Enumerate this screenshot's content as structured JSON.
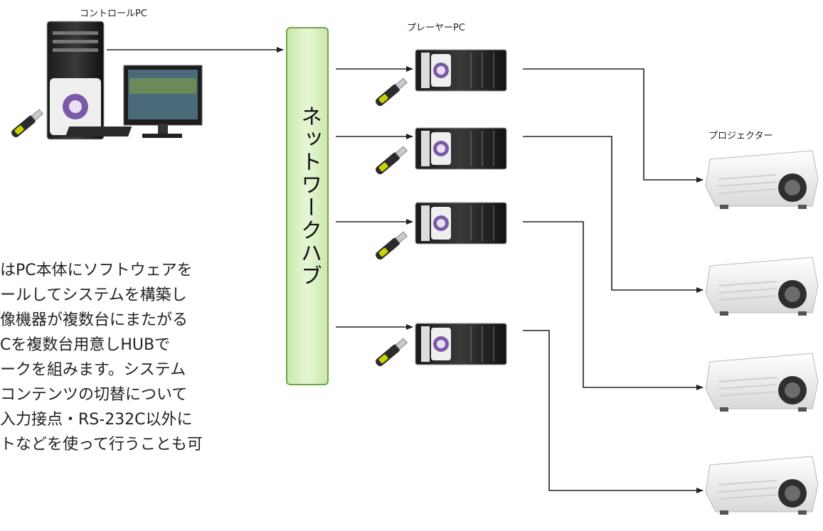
{
  "labels": {
    "control_pc": "コントロールPC",
    "player_pc": "プレーヤーPC",
    "projector": "プロジェクター",
    "hub": "ネットワークハブ"
  },
  "description_lines": [
    "はPC本体にソフトウェアを",
    "ールしてシステムを構築し",
    "像機器が複数台にまたがる",
    "Cを複数台用意しHUBで",
    "ークを組みます。システム",
    "コンテンツの切替について",
    "入力接点・RS-232C以外に",
    "トなどを使って行うことも可"
  ],
  "colors": {
    "hub_fill": "#d7efbf",
    "hub_border": "#6fa54a",
    "line": "#222222",
    "usb_accent": "#c8d400"
  },
  "icons": {
    "control_pc": "desktop-tower-icon",
    "monitor": "monitor-icon",
    "usb_key": "usb-dongle-icon",
    "player_pc": "rack-pc-icon",
    "projector": "projector-icon"
  }
}
